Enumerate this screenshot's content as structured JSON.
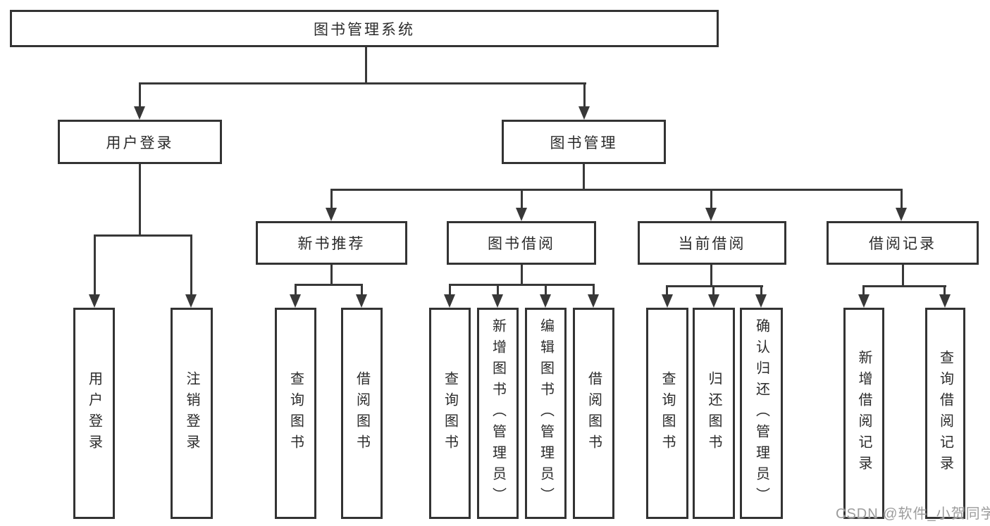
{
  "diagram_title": "图书管理系统",
  "tree": {
    "root": {
      "label": "图书管理系统"
    },
    "branches": [
      {
        "label": "用户登录",
        "children": [
          {
            "label": "用户登录"
          },
          {
            "label": "注销登录"
          }
        ]
      },
      {
        "label": "图书管理",
        "children": [
          {
            "label": "新书推荐",
            "children": [
              {
                "label": "查询图书"
              },
              {
                "label": "借阅图书"
              }
            ]
          },
          {
            "label": "图书借阅",
            "children": [
              {
                "label": "查询图书"
              },
              {
                "label": "新增图书（管理员）"
              },
              {
                "label": "编辑图书（管理员）"
              },
              {
                "label": "借阅图书"
              }
            ]
          },
          {
            "label": "当前借阅",
            "children": [
              {
                "label": "查询图书"
              },
              {
                "label": "归还图书"
              },
              {
                "label": "确认归还（管理员）"
              }
            ]
          },
          {
            "label": "借阅记录",
            "children": [
              {
                "label": "新增借阅记录"
              },
              {
                "label": "查询借阅记录"
              }
            ]
          }
        ]
      }
    ]
  },
  "watermark": {
    "text": "CSDN @软件_小贺同学"
  },
  "colors": {
    "line": "#383838",
    "box_border": "#333333",
    "text": "#2b2b2b",
    "background": "#ffffff",
    "watermark": "#9c9c9c"
  }
}
